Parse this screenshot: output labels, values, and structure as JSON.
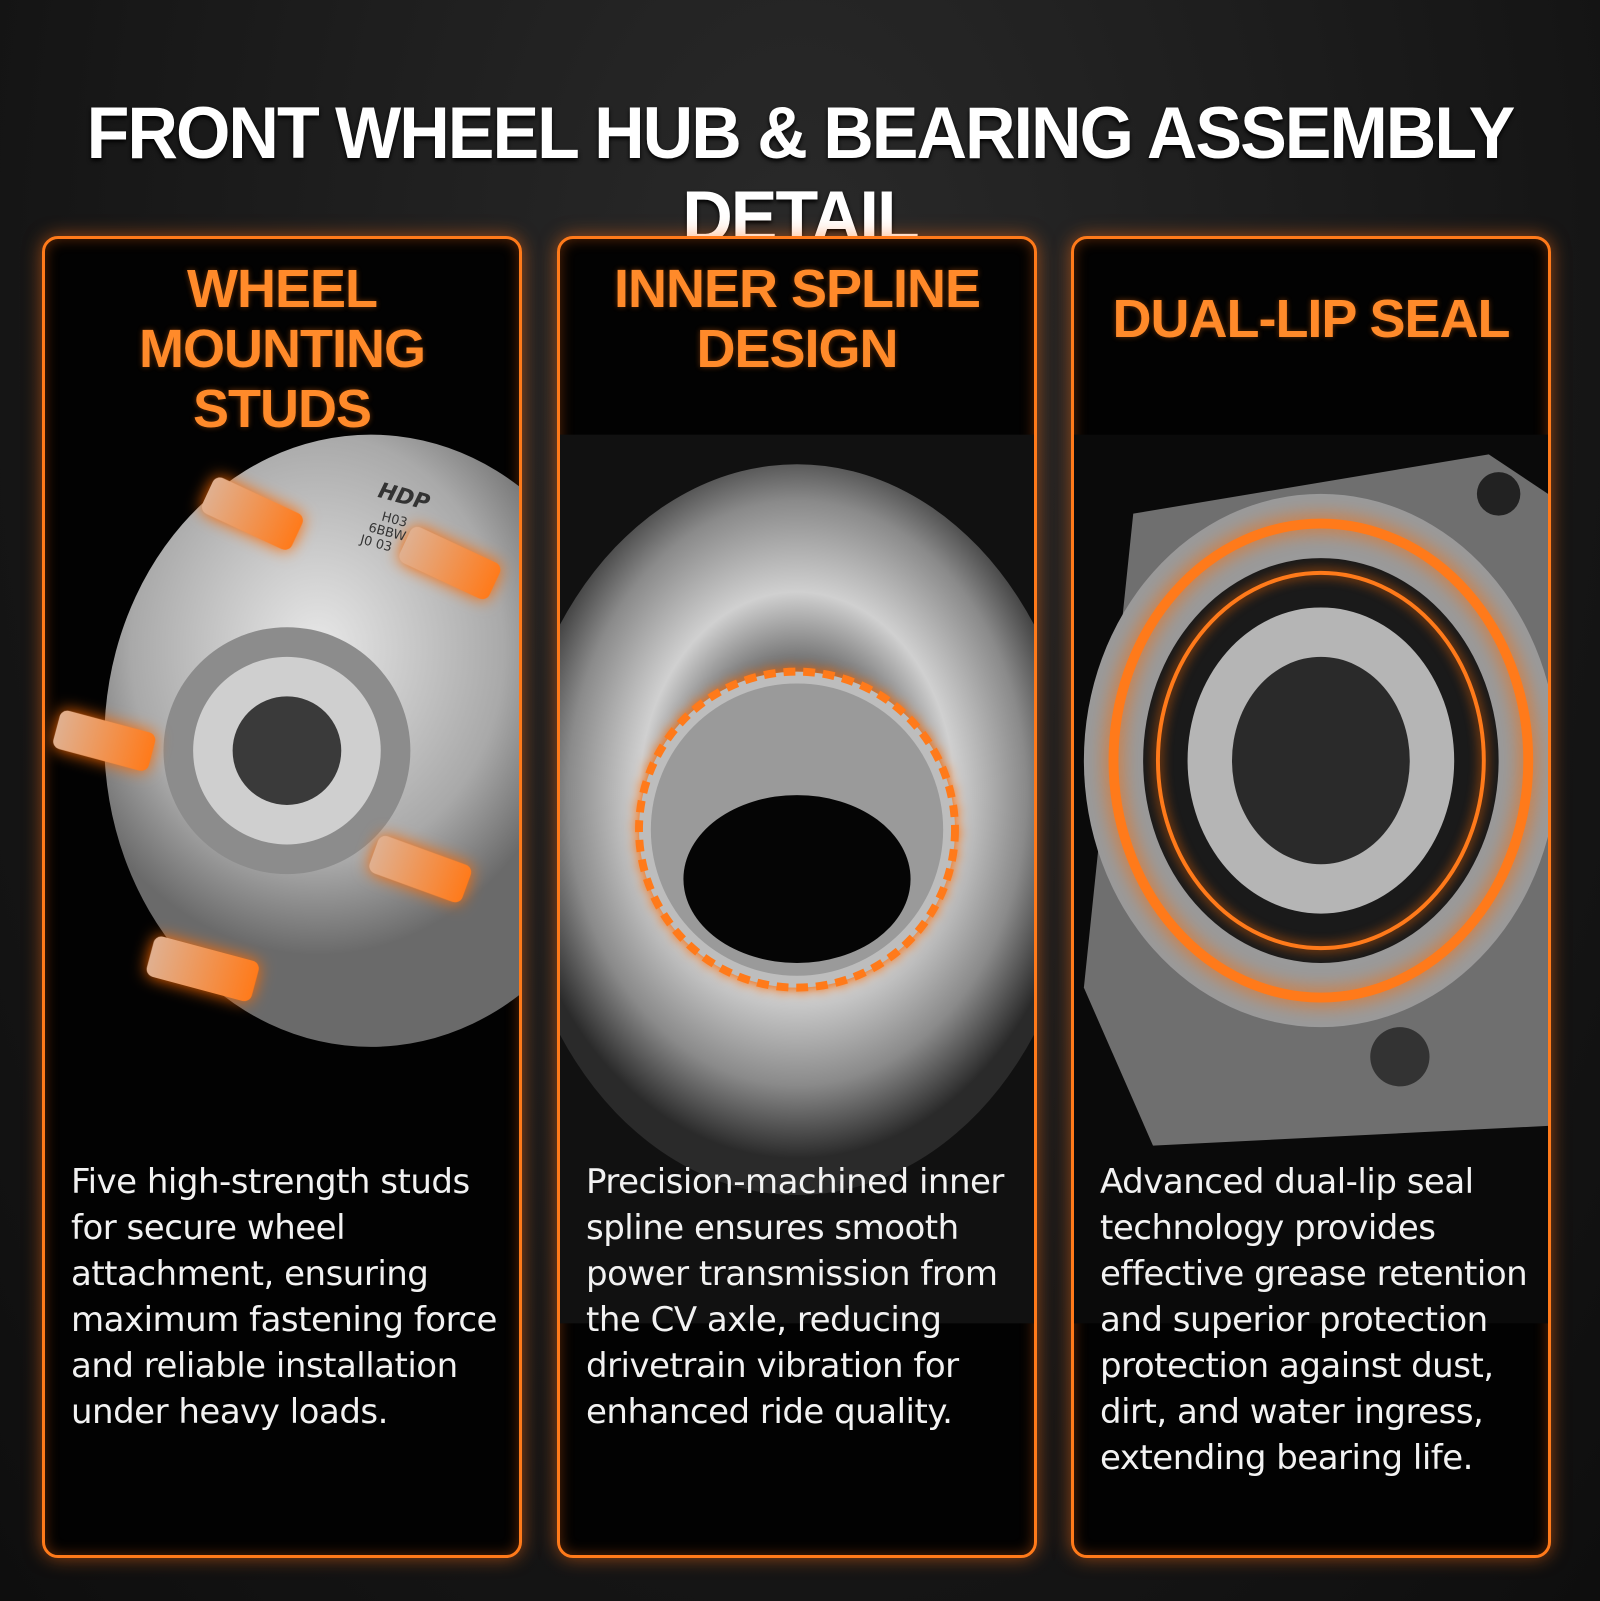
{
  "title": "FRONT WHEEL HUB & BEARING ASSEMBLY DETAIL",
  "accent_color": "#ff7a1a",
  "panels": [
    {
      "heading_line1": "WHEEL MOUNTING",
      "heading_line2": "STUDS",
      "description": "Five high-strength studs for secure wheel attachment, ensuring maximum fastening force and reliable installation under heavy loads.",
      "stamp": {
        "logo": "HDP",
        "line1": "H03",
        "line2": "6BBW",
        "line3": "J0 03"
      }
    },
    {
      "heading_line1": "INNER SPLINE",
      "heading_line2": "DESIGN",
      "description": "Precision-machined inner spline ensures smooth power transmission from the CV axle, reducing drivetrain vibration for enhanced ride quality."
    },
    {
      "heading_line1": "DUAL-LIP SEAL",
      "heading_line2": "",
      "description": "Advanced dual-lip seal technology provides effective grease retention and superior protection protection against dust, dirt, and water ingress, extending bearing life."
    }
  ]
}
